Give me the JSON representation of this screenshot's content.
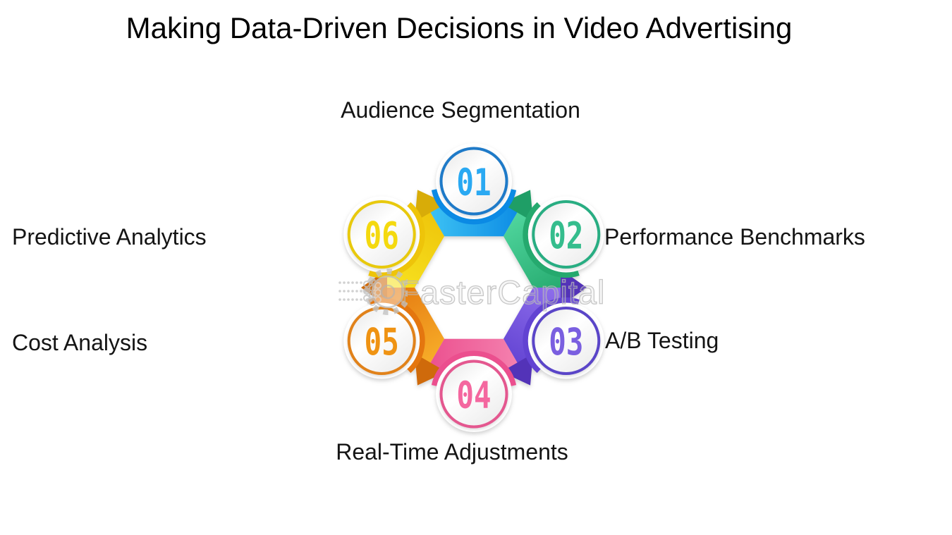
{
  "title": "Making Data-Driven Decisions in Video Advertising",
  "watermark": {
    "text": "FasterCapital",
    "color": "#bdbdbd"
  },
  "diagram": {
    "type": "hexagon-cycle",
    "nodes": [
      {
        "number": "01",
        "label": "Audience Segmentation",
        "band_from": "#3fc4f4",
        "band_to": "#0b8ae4",
        "fold": "#0a6fc2",
        "ring": "#1e7ac8",
        "digit": "#2aa9f2"
      },
      {
        "number": "02",
        "label": "Performance Benchmarks",
        "band_from": "#52d8a0",
        "band_to": "#25a96e",
        "fold": "#1f9e66",
        "ring": "#28ad82",
        "digit": "#35bd8d"
      },
      {
        "number": "03",
        "label": "A/B Testing",
        "band_from": "#9272ee",
        "band_to": "#6243d2",
        "fold": "#5333b8",
        "ring": "#5a45c8",
        "digit": "#7a5fe0"
      },
      {
        "number": "04",
        "label": "Real-Time Adjustments",
        "band_from": "#f583b0",
        "band_to": "#eb4f8e",
        "fold": "#d63f7e",
        "ring": "#e4578f",
        "digit": "#f4679f"
      },
      {
        "number": "05",
        "label": "Cost Analysis",
        "band_from": "#f8b02a",
        "band_to": "#e4760f",
        "fold": "#cf6a0b",
        "ring": "#e1821a",
        "digit": "#ef9313"
      },
      {
        "number": "06",
        "label": "Predictive Analytics",
        "band_from": "#f8e422",
        "band_to": "#eec40a",
        "fold": "#d8ac08",
        "ring": "#e8c90d",
        "digit": "#f4d90f"
      }
    ]
  }
}
